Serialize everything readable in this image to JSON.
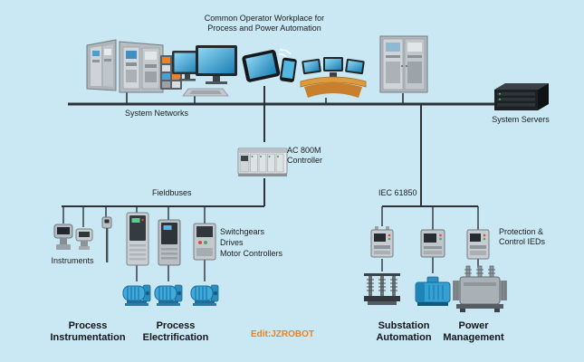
{
  "diagram": {
    "title": "Common Operator Workplace for\nProcess and Power Automation",
    "networks": {
      "system_networks": "System Networks",
      "fieldbuses": "Fieldbuses",
      "iec_61850": "IEC 61850"
    },
    "nodes": {
      "system_servers": "System Servers",
      "controller": "AC 800M\nController",
      "instruments": "Instruments",
      "switchgears": "Switchgears\nDrives\nMotor Controllers",
      "protection_ieds": "Protection &\nControl IEDs"
    },
    "sections": {
      "process_instrumentation": "Process\nInstrumentation",
      "process_electrification": "Process\nElectrification",
      "substation_automation": "Substation\nAutomation",
      "power_management": "Power\nManagement"
    },
    "watermark": "Edit:JZROBOT",
    "colors": {
      "background": "#c9e8f3",
      "wire": "#2e3236",
      "label_text": "#1c1c1c",
      "section_text": "#15151a",
      "watermark_orange": "#f08019",
      "screen_blue": "#3ea6d8",
      "device_blue": "#41aadd"
    },
    "icons": [
      "control-cabinets-icon",
      "hmi-panel-icon",
      "workstation-monitors-icon",
      "tablet-phone-icon",
      "operator-console-icon",
      "switchgear-cabinet-icon",
      "system-server-icon",
      "ac800m-controller-icon",
      "pressure-transmitter-icon",
      "flow-transmitter-icon",
      "temperature-sensor-icon",
      "drive-cabinet-icon",
      "motor-controller-icon",
      "motor-pump-icon",
      "protection-relay-icon",
      "switchyard-icon",
      "generator-icon",
      "transformer-icon"
    ]
  }
}
